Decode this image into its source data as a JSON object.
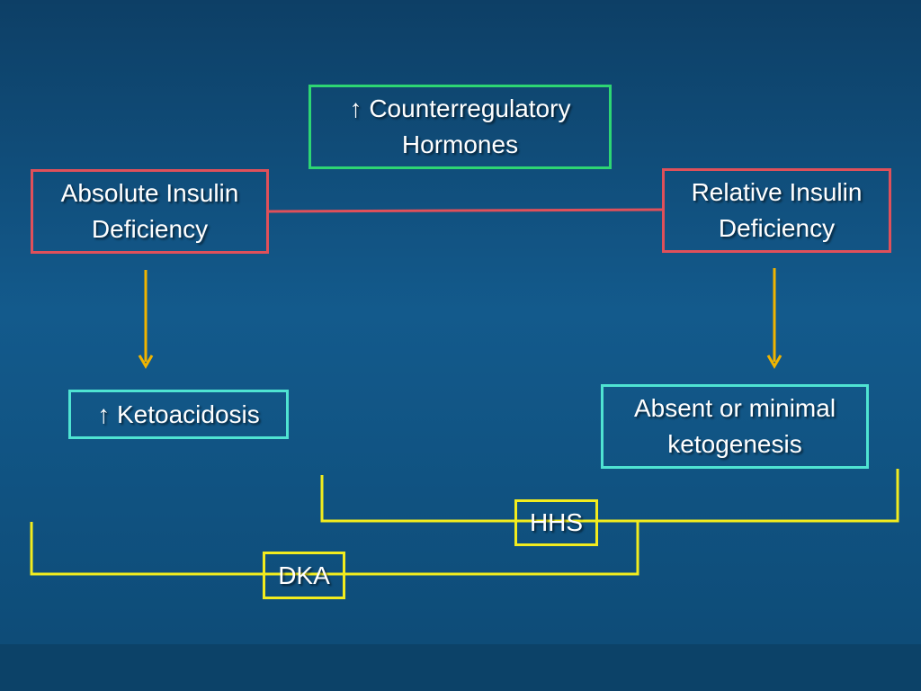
{
  "nodes": {
    "counterregulatory": "↑ Counterregulatory\nHormones",
    "absolute": "Absolute Insulin\nDeficiency",
    "relative": "Relative Insulin\nDeficiency",
    "ketoacidosis": "↑ Ketoacidosis",
    "ketogenesis": "Absent or minimal\nketogenesis",
    "hhs": "HHS",
    "dka": "DKA"
  },
  "colors": {
    "insulin_border": "#e0505a",
    "hormone_border": "#2ed573",
    "outcome_border": "#4fe3d2",
    "bracket": "#f2ec1e",
    "arrow": "#f0b400"
  }
}
